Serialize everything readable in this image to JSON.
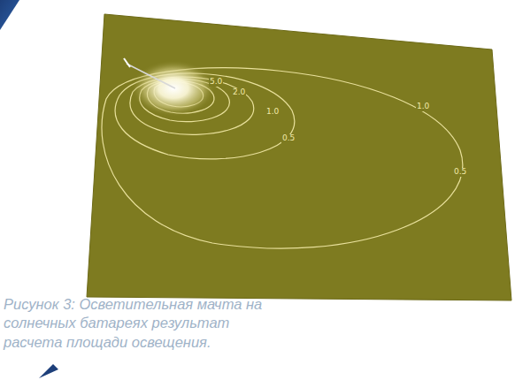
{
  "diagram": {
    "caption": "Рисунок 3: Осветительная мачта на солнечных батареях результат расчета площади освещения.",
    "labels": [
      "5.0",
      "2.0",
      "1.0",
      "0.5",
      "1.0",
      "0.5"
    ]
  }
}
